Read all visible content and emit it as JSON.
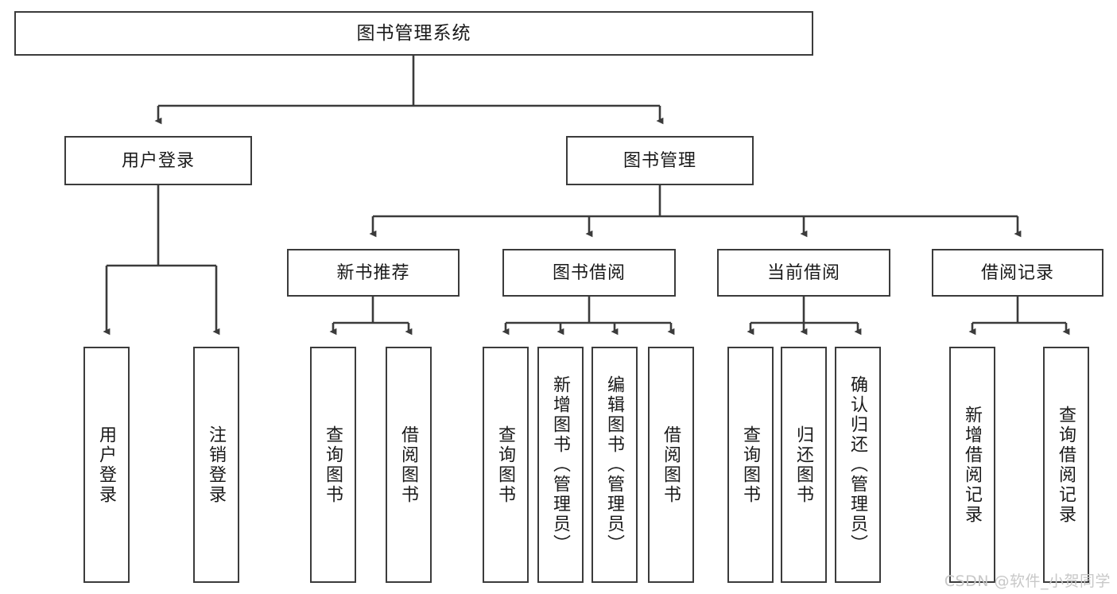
{
  "diagram": {
    "title": "图书管理系统",
    "watermark": "CSDN @软件_小贺同学",
    "edge_color": "#3b3b3b",
    "box_border_color": "#3b3b3b",
    "box_fill_color": "#ffffff",
    "text_color": "#1a1a1a",
    "watermark_color": "#c8c8c8",
    "levels": {
      "root": {
        "label": "图书管理系统"
      },
      "level2": [
        {
          "id": "user-login",
          "label": "用户登录"
        },
        {
          "id": "book-manage",
          "label": "图书管理"
        }
      ],
      "level3": [
        {
          "id": "new-book-recommend",
          "label": "新书推荐"
        },
        {
          "id": "book-borrow",
          "label": "图书借阅"
        },
        {
          "id": "current-borrow",
          "label": "当前借阅"
        },
        {
          "id": "borrow-record",
          "label": "借阅记录"
        }
      ],
      "leaves": {
        "user-login": [
          {
            "id": "leaf-user-login",
            "label": "用户登录"
          },
          {
            "id": "leaf-user-logout",
            "label": "注销登录"
          }
        ],
        "new-book-recommend": [
          {
            "id": "leaf-query-book-1",
            "label": "查询图书"
          },
          {
            "id": "leaf-borrow-book-1",
            "label": "借阅图书"
          }
        ],
        "book-borrow": [
          {
            "id": "leaf-query-book-2",
            "label": "查询图书"
          },
          {
            "id": "leaf-add-book",
            "label": "新增图书（管理员）"
          },
          {
            "id": "leaf-edit-book",
            "label": "编辑图书（管理员）"
          },
          {
            "id": "leaf-borrow-book-2",
            "label": "借阅图书"
          }
        ],
        "current-borrow": [
          {
            "id": "leaf-query-book-3",
            "label": "查询图书"
          },
          {
            "id": "leaf-return-book",
            "label": "归还图书"
          },
          {
            "id": "leaf-confirm-return",
            "label": "确认归还（管理员）"
          }
        ],
        "borrow-record": [
          {
            "id": "leaf-add-record",
            "label": "新增借阅记录"
          },
          {
            "id": "leaf-query-record",
            "label": "查询借阅记录"
          }
        ]
      }
    }
  }
}
